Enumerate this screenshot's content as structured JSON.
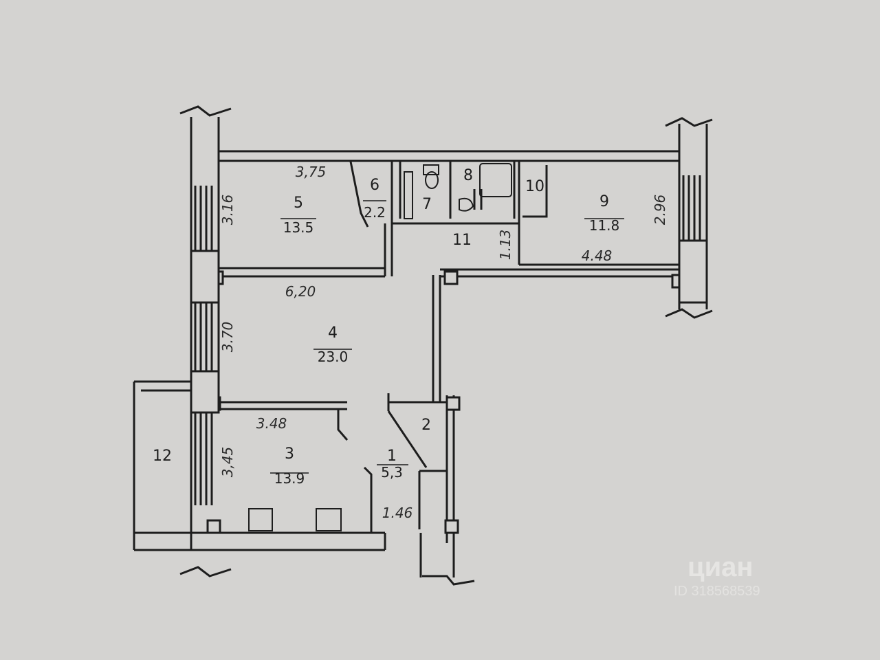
{
  "rooms": [
    {
      "num": "1",
      "area": "5,3"
    },
    {
      "num": "2",
      "area": ""
    },
    {
      "num": "3",
      "area": "13.9"
    },
    {
      "num": "4",
      "area": "23.0"
    },
    {
      "num": "5",
      "area": "13.5"
    },
    {
      "num": "6",
      "area": "2.2"
    },
    {
      "num": "7",
      "area": ""
    },
    {
      "num": "8",
      "area": ""
    },
    {
      "num": "9",
      "area": "11.8"
    },
    {
      "num": "10",
      "area": ""
    },
    {
      "num": "11",
      "area": ""
    },
    {
      "num": "12",
      "area": ""
    }
  ],
  "dimensions": [
    "3,75",
    "3.16",
    "6,20",
    "3.70",
    "3.48",
    "3,45",
    "1.46",
    "1.13",
    "4.48",
    "2.96"
  ],
  "watermark": {
    "logo": "циан",
    "id": "ID 318568539"
  },
  "colors": {
    "background": "#d4d3d1",
    "wall": "#1d1d1d",
    "watermark": "#e6e5e3"
  }
}
